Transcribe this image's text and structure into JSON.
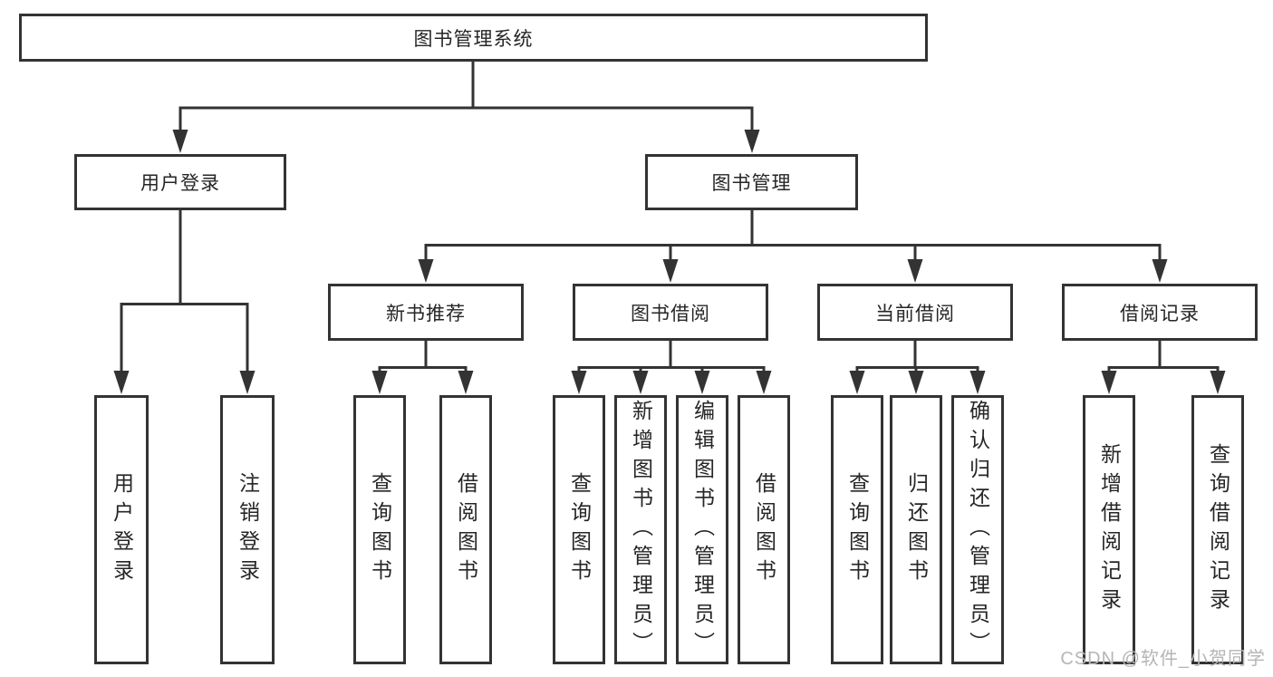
{
  "tree": {
    "root": {
      "label": "图书管理系统",
      "children": [
        {
          "label": "用户登录",
          "children": [
            {
              "label": "用户登录"
            },
            {
              "label": "注销登录"
            }
          ]
        },
        {
          "label": "图书管理",
          "children": [
            {
              "label": "新书推荐",
              "children": [
                {
                  "label": "查询图书"
                },
                {
                  "label": "借阅图书"
                }
              ]
            },
            {
              "label": "图书借阅",
              "children": [
                {
                  "label": "查询图书"
                },
                {
                  "label": "新增图书（管理员）"
                },
                {
                  "label": "编辑图书（管理员）"
                },
                {
                  "label": "借阅图书"
                }
              ]
            },
            {
              "label": "当前借阅",
              "children": [
                {
                  "label": "查询图书"
                },
                {
                  "label": "归还图书"
                },
                {
                  "label": "确认归还（管理员）"
                }
              ]
            },
            {
              "label": "借阅记录",
              "children": [
                {
                  "label": "新增借阅记录"
                },
                {
                  "label": "查询借阅记录"
                }
              ]
            }
          ]
        }
      ]
    }
  },
  "watermark": {
    "text": "CSDN @软件_小贺同学"
  },
  "colors": {
    "line": "#333333",
    "box_border": "#333333",
    "box_fill": "#ffffff",
    "text": "#262626",
    "watermark": "#b5b5ba"
  }
}
